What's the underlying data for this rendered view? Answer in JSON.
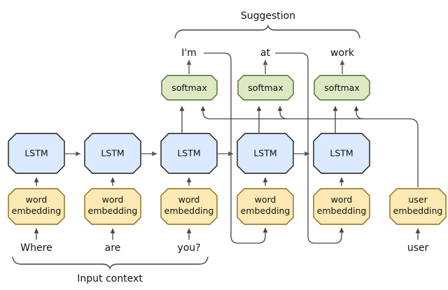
{
  "diagram": {
    "title_top": "Suggestion",
    "title_bottom": "Input context",
    "layers": {
      "lstm_label": "LSTM",
      "softmax_label": "softmax",
      "word_embedding_line1": "word",
      "word_embedding_line2": "embedding",
      "user_embedding_line1": "user",
      "user_embedding_line2": "embedding"
    },
    "colors": {
      "lstm": "#dbeafe",
      "softmax": "#dde9c3",
      "embedding": "#fde9b4",
      "stroke": "#1a1a1a",
      "arrow": "#555555"
    },
    "columns": [
      {
        "index": 0,
        "input_word": "Where",
        "has_lstm": true,
        "has_softmax": false,
        "embedding": "word",
        "output_word": null
      },
      {
        "index": 1,
        "input_word": "are",
        "has_lstm": true,
        "has_softmax": false,
        "embedding": "word",
        "output_word": null
      },
      {
        "index": 2,
        "input_word": "you?",
        "has_lstm": true,
        "has_softmax": true,
        "embedding": "word",
        "output_word": "I'm"
      },
      {
        "index": 3,
        "input_word": null,
        "has_lstm": true,
        "has_softmax": true,
        "embedding": "word",
        "output_word": "at"
      },
      {
        "index": 4,
        "input_word": null,
        "has_lstm": true,
        "has_softmax": true,
        "embedding": "word",
        "output_word": "work"
      },
      {
        "index": 5,
        "input_word": "user",
        "has_lstm": false,
        "has_softmax": false,
        "embedding": "user",
        "output_word": null
      }
    ],
    "input_words": [
      "Where",
      "are",
      "you?"
    ],
    "output_words": [
      "I'm",
      "at",
      "work"
    ],
    "user_input_label": "user"
  }
}
